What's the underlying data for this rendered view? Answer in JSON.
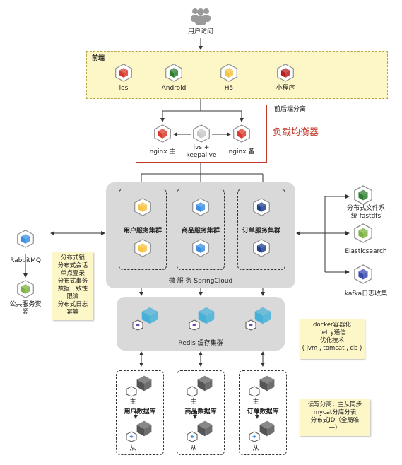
{
  "user": {
    "label": "用户访问"
  },
  "frontend": {
    "title": "前端",
    "items": [
      {
        "label": "ios",
        "color": "#d93a2b"
      },
      {
        "label": "Android",
        "color": "#2e7d32"
      },
      {
        "label": "H5",
        "color": "#f6c343"
      },
      {
        "label": "小程序",
        "color": "#b71c1c"
      }
    ]
  },
  "separation_label": "前后端分离",
  "load_balancer": {
    "title": "负载均衡器",
    "nodes": [
      {
        "label": "nginx 主",
        "color": "#d93a2b"
      },
      {
        "label": "lvs + keepalive",
        "line1": "lvs +",
        "line2": "keepalive",
        "color": "#c8c8c8"
      },
      {
        "label": "nginx 备",
        "color": "#d93a2b"
      }
    ]
  },
  "microservices": {
    "label": "微 服 务  SpringCloud",
    "clusters": [
      {
        "label": "用户服务集群",
        "color": "#f6c343"
      },
      {
        "label": "商品服务集群",
        "color": "#3b8ee0"
      },
      {
        "label": "订单服务集群",
        "color": "#1f3f8a"
      }
    ]
  },
  "redis": {
    "label": "Redis 缓存集群"
  },
  "databases": [
    {
      "label": "用户数据库",
      "master": "主",
      "slave": "从"
    },
    {
      "label": "商品数据库",
      "master": "主",
      "slave": "从"
    },
    {
      "label": "订单数据库",
      "master": "主",
      "slave": "从"
    }
  ],
  "left": {
    "mq": {
      "label": "RabbitMQ",
      "color": "#3b8ee0"
    },
    "public": {
      "label": "公共服务资源",
      "line1": "公共服务资",
      "line2": "源",
      "color": "#7cb342"
    }
  },
  "right": {
    "fastdfs": {
      "label": "分布式文件系统 fastdfs",
      "line1": "分布式文件系",
      "line2": "统 fastdfs",
      "color": "#2e7d32"
    },
    "es": {
      "label": "Elasticsearch",
      "color": "#7cb342"
    },
    "kafka": {
      "label": "kafka日志收集",
      "color": "#3949ab"
    }
  },
  "notes": {
    "distributed": [
      "分布式锁",
      "分布式会话",
      "单点登录",
      "分布式事务",
      "数据一致性",
      "限流",
      "分布式日志",
      "幂等"
    ],
    "docker": [
      "docker容器化",
      "netty通信",
      "优化技术",
      "( jvm , tomcat , db )"
    ],
    "db": [
      "读写分离，主从同步",
      "mycat分库分表",
      "分布式ID（全局唯",
      "一）"
    ]
  }
}
